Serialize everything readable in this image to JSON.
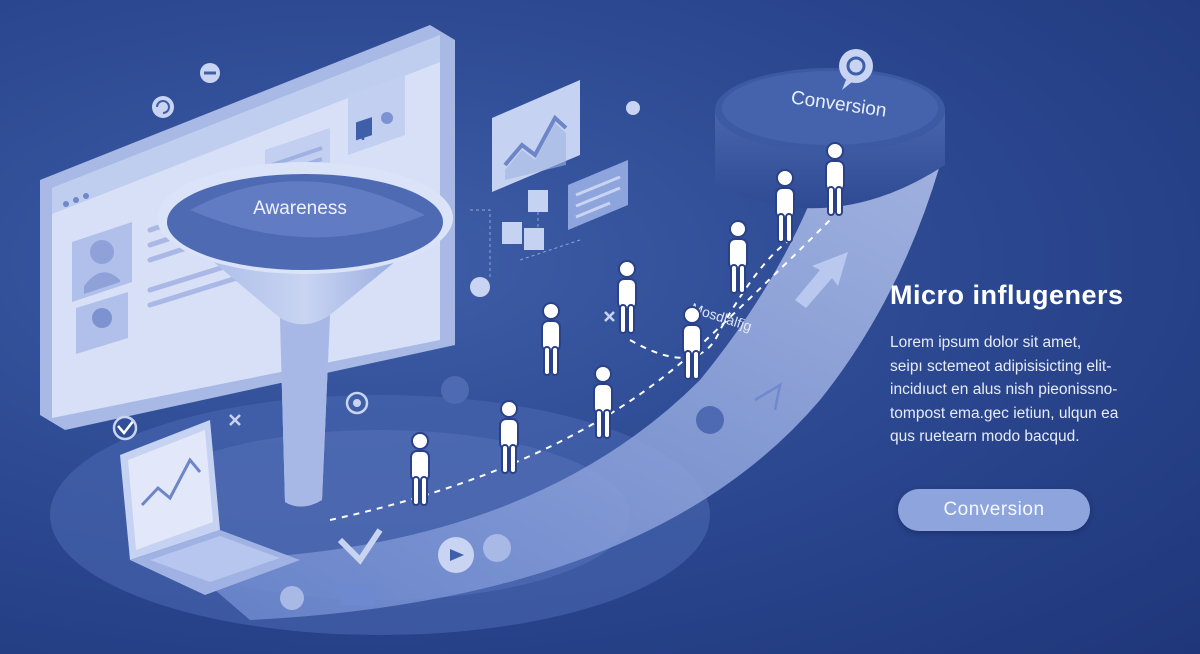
{
  "illustration": {
    "funnel_label": "Awareness",
    "top_label": "Conversion",
    "path_label": "Mosdlalfjg",
    "colors": {
      "background": "#2d4a93",
      "light": "#c9d4f2",
      "mid": "#8ea4dc",
      "accent": "#ffffff"
    },
    "icons": [
      "browser-window",
      "facebook-icon",
      "funnel",
      "laptop-chart",
      "chat-bubble-icon",
      "arrow-icon",
      "person-icon"
    ]
  },
  "panel": {
    "title": "Micro influgeners",
    "body_lines": [
      "Lorem ipsum dolor sit amet,",
      "seipı sctemeot adipisisicting elit-",
      "incidıuct en alus nish pieonissno-",
      "tompost ema.gec ietiun, ulqun ea",
      "qus ruetearn modo bacqud."
    ],
    "button_label": "Conversion"
  }
}
